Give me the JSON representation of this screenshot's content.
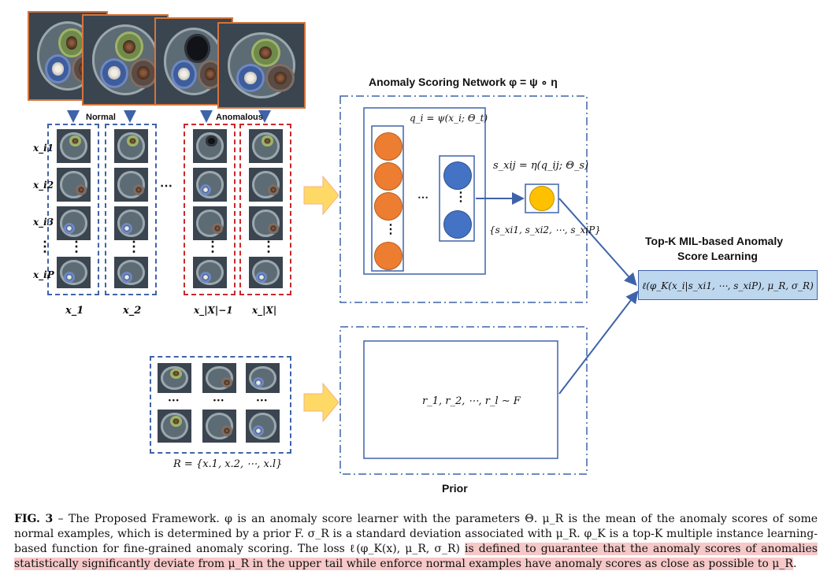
{
  "labels": {
    "normal": "Normal",
    "anomalous": "Anomalous",
    "scoring_network_title": "Anomaly Scoring Network φ = ψ ∘ η",
    "q_formula": "q_i = ψ(x_i; Θ_t)",
    "s_formula": "s_xij = η(q_ij; Θ_s)",
    "s_set": "{s_xi1, s_xi2, ⋯, s_xiP}",
    "topk_title_line1": "Top-K MIL-based Anomaly",
    "topk_title_line2": "Score Learning",
    "loss_formula": "ℓ(φ_K(x_i|s_xi1, ⋯, s_xiP), μ_R, σ_R)",
    "prior_formula": "r_1, r_2, ⋯, r_l ∼ F",
    "prior_label": "Prior",
    "r_set": "R = {x.1, x.2, ⋯, x.l}",
    "row_labels": [
      "x_i1",
      "x_i2",
      "x_i3",
      "x_iP"
    ],
    "col_labels": [
      "x_1",
      "x_2",
      "x_|X|−1",
      "x_|X|"
    ],
    "dots_h": "⋯",
    "dots_v": "⋮",
    "ellipsis": "···"
  },
  "caption": {
    "fig": "FIG. 3",
    "dash": " – ",
    "text_plain": "The Proposed Framework. φ is an anomaly score learner with the parameters Θ. μ_R is the mean of the anomaly scores of some normal examples, which is determined by a prior F. σ_R is a standard deviation associated with μ_R. φ_K is a top-K multiple instance learning-based function for fine-grained anomaly scoring. The loss ℓ(φ_K(x), μ_R, σ_R) ",
    "text_highlight": "is defined to guarantee that the anomaly scores of anomalies statistically significantly deviate from μ_R in the upper tail while enforce normal examples have anomaly scores as close as possible to μ_R"
  },
  "colors": {
    "blue_dash": "#3f63a9",
    "red_dash": "#c9282c",
    "orange_node": "#ed7d31",
    "blue_node": "#4472c4",
    "yellow_node": "#ffc000",
    "loss_box": "#bdd7ee",
    "arrow_fill": "#ffd966",
    "highlight": "#f7c8c8"
  }
}
